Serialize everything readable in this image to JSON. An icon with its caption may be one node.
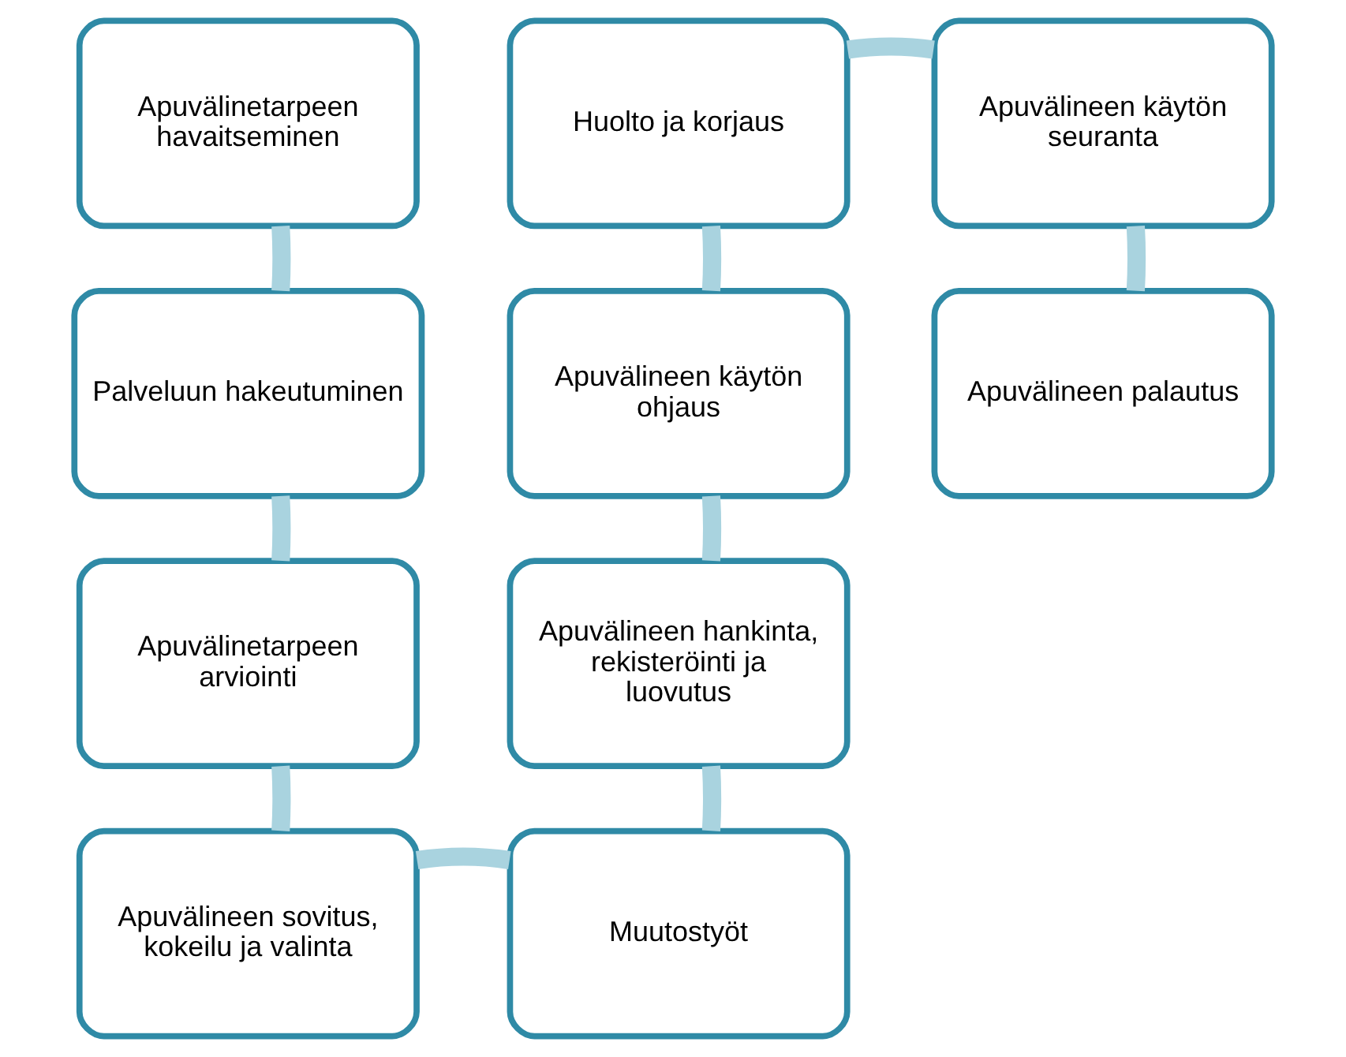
{
  "diagram": {
    "nodes": [
      {
        "text": [
          "Apuvälinetarpeen havaitseminen"
        ]
      },
      {
        "text": [
          "Palveluun hakeutuminen"
        ]
      },
      {
        "text": [
          "Apuvälinetarpeen arviointi"
        ]
      },
      {
        "text": [
          "Apuvälineen sovitus, kokeilu ja valinta"
        ]
      },
      {
        "text": [
          "Muutostyöt"
        ]
      },
      {
        "text": [
          "Apuvälineen hankinta, rekisteröinti ja luovutus"
        ]
      },
      {
        "text": [
          "Apuvälineen käytön ohjaus"
        ]
      },
      {
        "text": [
          "Huolto ja korjaus"
        ]
      },
      {
        "text": [
          "Apuvälineen käytön seuranta"
        ]
      },
      {
        "text": [
          "Apuvälineen palautus"
        ]
      }
    ],
    "edges": [
      {
        "from": 0,
        "to": 1,
        "arrow": "none"
      },
      {
        "from": 1,
        "to": 2,
        "arrow": "none"
      },
      {
        "from": 2,
        "to": 3,
        "arrow": "none"
      },
      {
        "from": 3,
        "to": 4,
        "arrow": "none"
      },
      {
        "from": 4,
        "to": 5,
        "arrow": "none"
      },
      {
        "from": 5,
        "to": 6,
        "arrow": "none"
      },
      {
        "from": 6,
        "to": 7,
        "arrow": "none"
      },
      {
        "from": 7,
        "to": 8,
        "arrow": "none"
      },
      {
        "from": 8,
        "to": 9,
        "arrow": "none"
      }
    ]
  }
}
